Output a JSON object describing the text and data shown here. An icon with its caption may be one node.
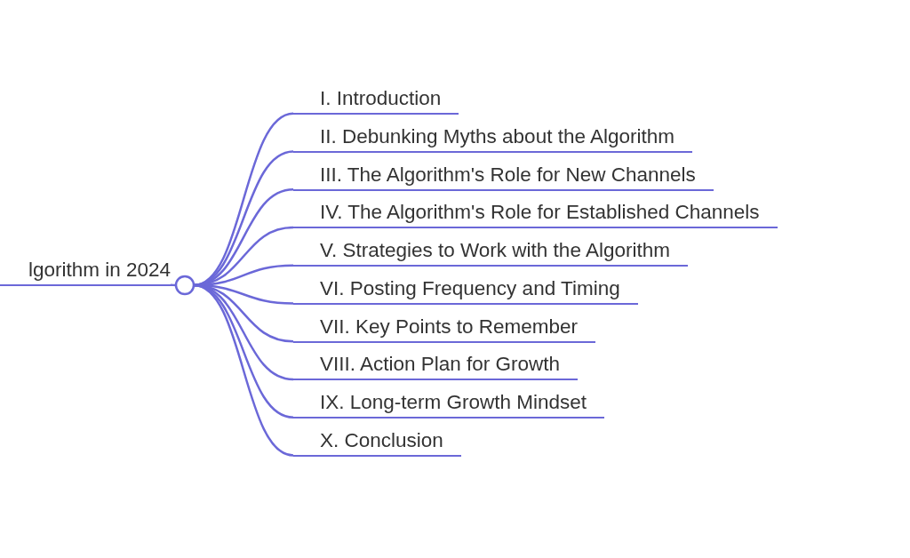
{
  "diagram": {
    "nodes": [
      {
        "text": [
          "lgorithm in 2024"
        ]
      },
      {
        "text": [],
        "shape": "circle"
      },
      {
        "text": [
          "I. Introduction"
        ]
      },
      {
        "text": [
          "II. Debunking Myths about the Algorithm"
        ]
      },
      {
        "text": [
          "III. The Algorithm's Role for New Channels"
        ]
      },
      {
        "text": [
          "IV. The Algorithm's Role for Established Channels"
        ]
      },
      {
        "text": [
          "V. Strategies to Work with the Algorithm"
        ]
      },
      {
        "text": [
          "VI. Posting Frequency and Timing"
        ]
      },
      {
        "text": [
          "VII. Key Points to Remember"
        ]
      },
      {
        "text": [
          "VIII. Action Plan for Growth"
        ]
      },
      {
        "text": [
          "IX. Long-term Growth Mindset"
        ]
      },
      {
        "text": [
          "X. Conclusion"
        ]
      }
    ],
    "edges": [
      {
        "from": 0,
        "to": 1,
        "arrow": "none"
      },
      {
        "from": 1,
        "to": 2,
        "arrow": "none"
      },
      {
        "from": 1,
        "to": 3,
        "arrow": "none"
      },
      {
        "from": 1,
        "to": 4,
        "arrow": "none"
      },
      {
        "from": 1,
        "to": 5,
        "arrow": "none"
      },
      {
        "from": 1,
        "to": 6,
        "arrow": "none"
      },
      {
        "from": 1,
        "to": 7,
        "arrow": "none"
      },
      {
        "from": 1,
        "to": 8,
        "arrow": "none"
      },
      {
        "from": 1,
        "to": 9,
        "arrow": "none"
      },
      {
        "from": 1,
        "to": 10,
        "arrow": "none"
      },
      {
        "from": 1,
        "to": 11,
        "arrow": "none"
      }
    ]
  }
}
